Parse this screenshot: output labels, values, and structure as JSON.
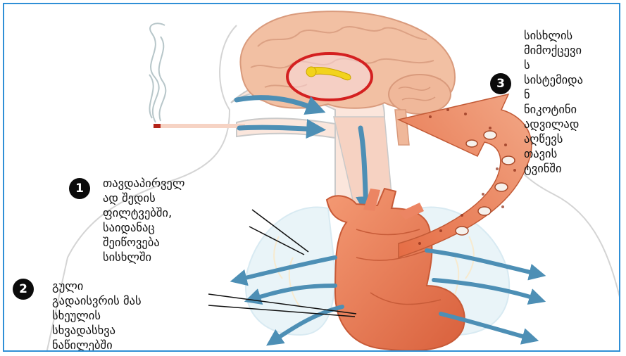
{
  "steps": [
    {
      "number": "1",
      "lines": [
        "თავდაპირველ",
        "ად შედის",
        "ფილტვებში,",
        "საიდანაც",
        "შეიწოვება",
        "სისხლში"
      ]
    },
    {
      "number": "2",
      "lines": [
        "გული",
        "გადაისვრის მას",
        "სხეულის",
        "სხვადასხვა",
        "ნაწილებში"
      ]
    },
    {
      "number": "3",
      "lines": [
        "სისხლის",
        "მიმოქცევი",
        "ს",
        "სისტემიდა",
        "ნ",
        "ნიკოტინი",
        "ადვილად",
        "აღწევს",
        "თავის",
        "ტვინში"
      ]
    }
  ],
  "colors": {
    "border": "#2f8fd6",
    "heart": "#e8744f",
    "blood_arrow": "#e07a52",
    "flow_arrow": "#4d8fb5",
    "brain": "#f0b89a",
    "highlight_circle": "#d42020"
  }
}
